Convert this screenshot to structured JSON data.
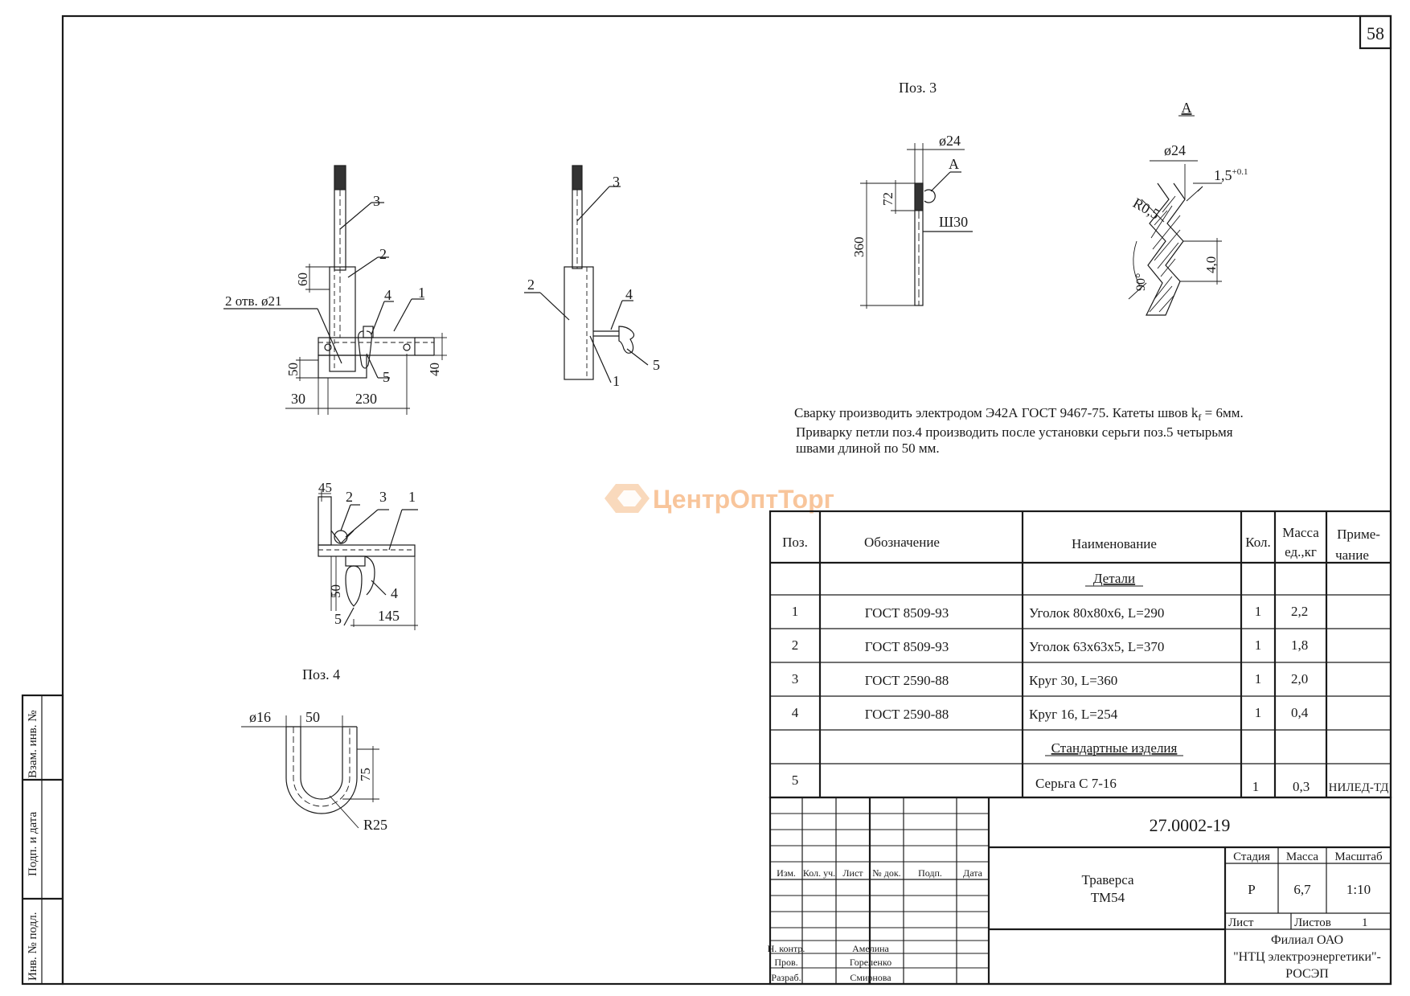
{
  "sheet_number": "58",
  "side_stamp": {
    "vzam": "Взам. инв. №",
    "podp": "Подп. и дата",
    "inv": "Инв. № подл."
  },
  "poz3": {
    "title": "Поз. 3",
    "d24": "ø24",
    "a_mark": "А",
    "dim72": "72",
    "dim360": "360",
    "sh30": "Ш30"
  },
  "detailA": {
    "title": "А",
    "d24": "ø24",
    "tol": "1,5",
    "tol_sup": "+0.1",
    "r05": "R0,5",
    "ang": "90°",
    "dim40": "4,0"
  },
  "view1": {
    "l3": "3",
    "l2": "2",
    "l4": "4",
    "l1": "1",
    "l5": "5",
    "holes": "2 отв.  ø21",
    "d60": "60",
    "d50": "50",
    "d40": "40",
    "d30": "30",
    "d230": "230"
  },
  "view2": {
    "l3": "3",
    "l2": "2",
    "l4": "4",
    "l1": "1",
    "l5": "5"
  },
  "view3": {
    "d45": "45",
    "l2": "2",
    "l3": "3",
    "l1": "1",
    "d50": "50",
    "l4": "4",
    "l5": "5",
    "d145": "145"
  },
  "poz4": {
    "title": "Поз. 4",
    "d16": "ø16",
    "d50": "50",
    "d75": "75",
    "r25": "R25"
  },
  "notes": {
    "line1a": "Сварку производить электродом Э42А ГОСТ 9467-75.  Катеты швов k",
    "line1sub": "f",
    "line1b": " = 6мм.",
    "line2": "Приварку петли поз.4 производить после установки серьги поз.5 четырьмя",
    "line3": "швами длиной по 50 мм."
  },
  "watermark": "ЦентрОптТорг",
  "spec": {
    "headers": {
      "poz": "Поз.",
      "oboz": "Обозначение",
      "naim": "Наименование",
      "kol": "Кол.",
      "massa1": "Масса",
      "massa2": "ед.,кг",
      "prim1": "Приме-",
      "prim2": "чание"
    },
    "section_details": "Детали",
    "section_standard": "Стандартные изделия",
    "rows": [
      {
        "poz": "1",
        "oboz": "ГОСТ 8509-93",
        "naim": "Уголок 80х80х6, L=290",
        "kol": "1",
        "massa": "2,2",
        "prim": ""
      },
      {
        "poz": "2",
        "oboz": "ГОСТ 8509-93",
        "naim": "Уголок 63х63х5,  L=370",
        "kol": "1",
        "massa": "1,8",
        "prim": ""
      },
      {
        "poz": "3",
        "oboz": "ГОСТ 2590-88",
        "naim": "Круг 30, L=360",
        "kol": "1",
        "massa": "2,0",
        "prim": ""
      },
      {
        "poz": "4",
        "oboz": "ГОСТ 2590-88",
        "naim": "Круг 16, L=254",
        "kol": "1",
        "massa": "0,4",
        "prim": ""
      },
      {
        "poz": "5",
        "oboz": "",
        "naim": "Серьга С 7-16",
        "kol": "1",
        "massa": "0,3",
        "prim": "НИЛЕД-ТД"
      }
    ]
  },
  "title_block": {
    "code": "27.0002-19",
    "name1": "Траверса",
    "name2": "ТМ54",
    "h_izm": "Изм.",
    "h_kol": "Кол. уч.",
    "h_list": "Лист",
    "h_doc": "№ док.",
    "h_podp": "Подп.",
    "h_date": "Дата",
    "r_nkontr": "Н. контр.",
    "n_nkontr": "Амелина",
    "r_prov": "Пров.",
    "n_prov": "Гореленко",
    "r_razrab": "Разраб.",
    "n_razrab": "Смирнова",
    "h_stadia": "Стадия",
    "h_massa": "Масса",
    "h_masshtab": "Масштаб",
    "v_stadia": "Р",
    "v_massa": "6,7",
    "v_masshtab": "1:10",
    "h_sheet": "Лист",
    "h_sheets": "Листов",
    "v_sheets": "1",
    "org1": "Филиал ОАО",
    "org2": "\"НТЦ электроэнергетики\"-",
    "org3": "РОСЭП"
  }
}
